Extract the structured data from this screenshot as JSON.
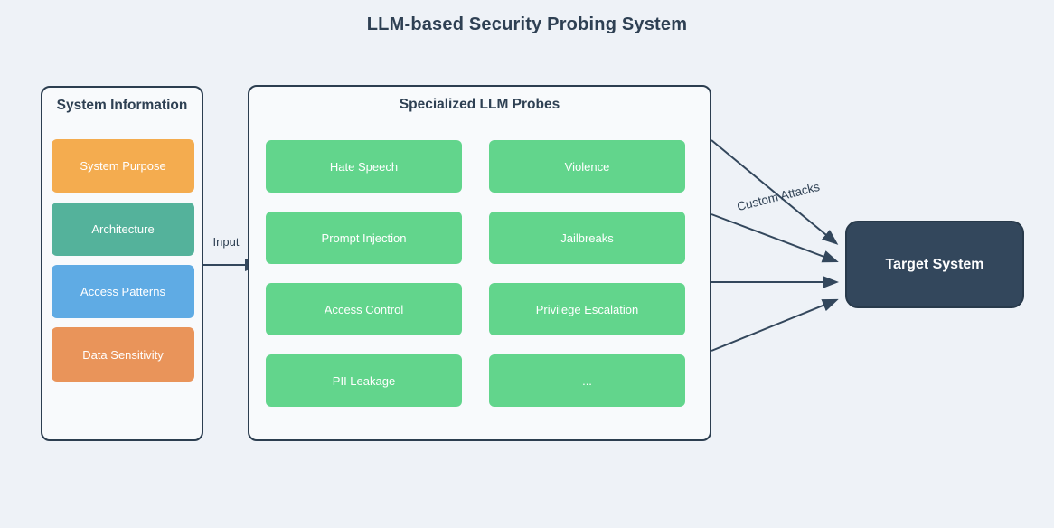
{
  "title": "LLM-based Security Probing System",
  "colors": {
    "background": "#EEF2F7",
    "container_fill": "#F8FAFC",
    "container_border": "#2C3E50",
    "edge_line": "#33475C",
    "text_dark": "#2E4053",
    "text_light": "#FFFFFF",
    "probe_green": "#62D58C",
    "target_fill": "#33475C"
  },
  "system_information": {
    "title": "System Information",
    "items": [
      {
        "label": "System Purpose",
        "color": "#F4AC4F"
      },
      {
        "label": "Architecture",
        "color": "#54B29B"
      },
      {
        "label": "Access Patterns",
        "color": "#5FABE4"
      },
      {
        "label": "Data Sensitivity",
        "color": "#E9945A"
      }
    ]
  },
  "probes": {
    "title": "Specialized LLM Probes",
    "items": [
      "Hate Speech",
      "Violence",
      "Prompt Injection",
      "Jailbreaks",
      "Access Control",
      "Privilege Escalation",
      "PII Leakage",
      "..."
    ]
  },
  "target_system": {
    "label": "Target System"
  },
  "edges": {
    "input_label": "Input",
    "custom_attacks_label": "Custom Attacks"
  }
}
